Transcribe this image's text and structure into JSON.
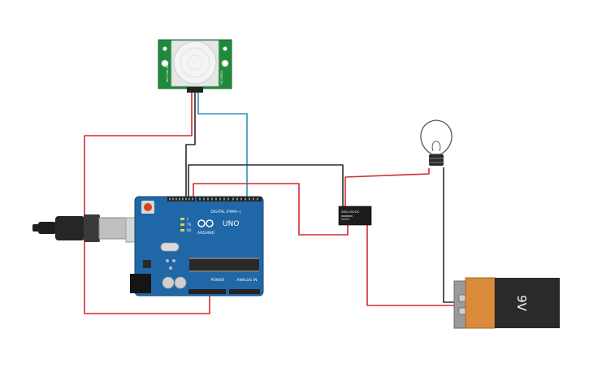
{
  "pir_sensor": {
    "label_left": "HC-SR501",
    "label_right": "Adj.Time  Sens"
  },
  "arduino": {
    "brand": "ARDUINO",
    "model": "UNO",
    "digital_header": "DIGITAL (PWM~)",
    "power_header": "POWER",
    "analog_header": "ANALOG IN",
    "tx": "TX",
    "rx": "RX",
    "l_led": "L"
  },
  "relay": {
    "label": "SRD-05VDC"
  },
  "battery": {
    "voltage": "9V"
  },
  "colors": {
    "wire_red": "#d42a2a",
    "wire_black": "#2b2b2b",
    "wire_blue": "#2f8fbf",
    "board_blue": "#1f67a6",
    "pir_green": "#1f8a3b",
    "battery_orange": "#d98a3a",
    "battery_black": "#2a2a2a"
  }
}
